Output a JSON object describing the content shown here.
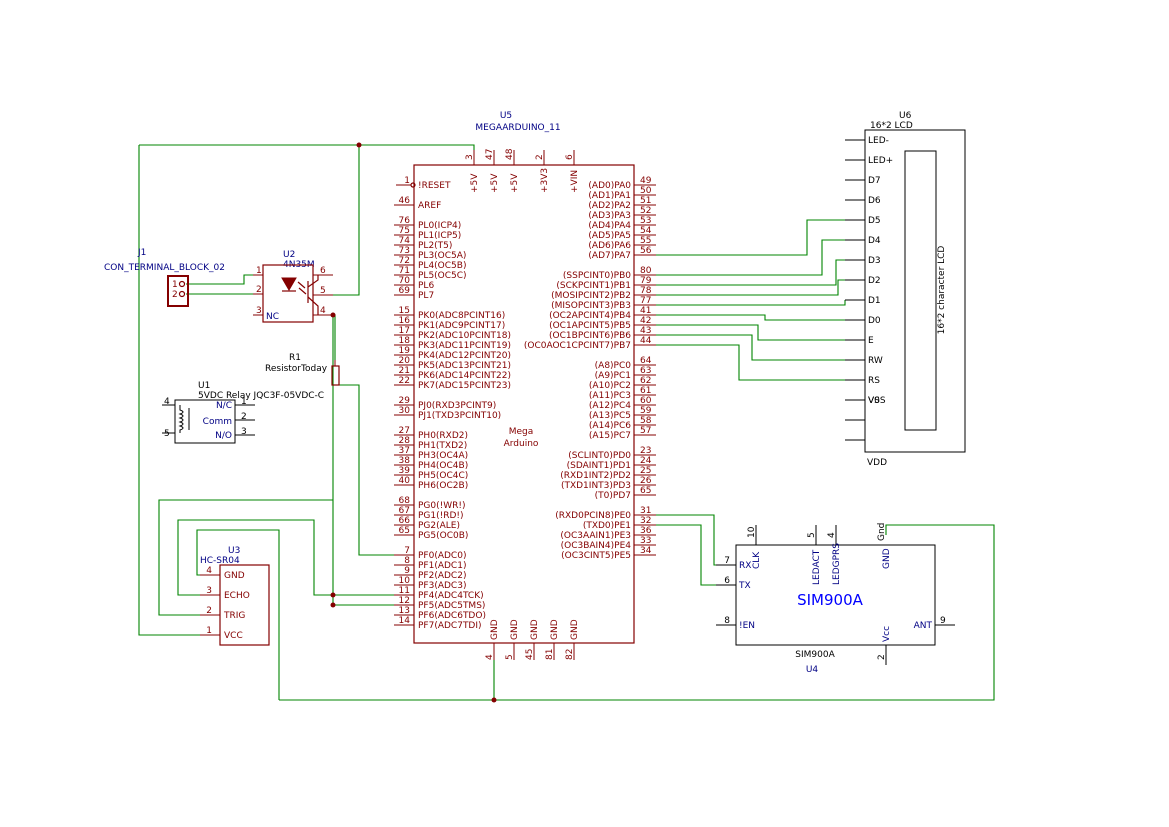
{
  "colors": {
    "component": "#840000",
    "wire": "#008400",
    "label": "#000084",
    "lcd": "#000000"
  },
  "u5": {
    "ref": "U5",
    "value": "MEGAARDUINO_11",
    "center1": "Mega",
    "center2": "Arduino",
    "top": [
      {
        "num": "3",
        "name": "+5V"
      },
      {
        "num": "47",
        "name": "+5V"
      },
      {
        "num": "48",
        "name": "+5V"
      },
      {
        "num": "2",
        "name": "+3V3"
      },
      {
        "num": "6",
        "name": "+VIN"
      }
    ],
    "bottom": [
      {
        "num": "4",
        "name": "GND"
      },
      {
        "num": "5",
        "name": "GND"
      },
      {
        "num": "45",
        "name": "GND"
      },
      {
        "num": "81",
        "name": "GND"
      },
      {
        "num": "82",
        "name": "GND"
      }
    ],
    "left": [
      {
        "num": "1",
        "name": "!RESET"
      },
      {
        "num": "46",
        "name": "AREF"
      },
      {
        "num": "76",
        "name": "PL0(ICP4)"
      },
      {
        "num": "75",
        "name": "PL1(ICP5)"
      },
      {
        "num": "74",
        "name": "PL2(T5)"
      },
      {
        "num": "73",
        "name": "PL3(OC5A)"
      },
      {
        "num": "72",
        "name": "PL4(OC5B)"
      },
      {
        "num": "71",
        "name": "PL5(OC5C)"
      },
      {
        "num": "70",
        "name": "PL6"
      },
      {
        "num": "69",
        "name": "PL7"
      },
      {
        "num": "15",
        "name": "PK0(ADC8PCINT16)"
      },
      {
        "num": "16",
        "name": "PK1(ADC9PCINT17)"
      },
      {
        "num": "17",
        "name": "PK2(ADC10PCINT18)"
      },
      {
        "num": "18",
        "name": "PK3(ADC11PCINT19)"
      },
      {
        "num": "19",
        "name": "PK4(ADC12PCINT20)"
      },
      {
        "num": "20",
        "name": "PK5(ADC13PCINT21)"
      },
      {
        "num": "21",
        "name": "PK6(ADC14PCINT22)"
      },
      {
        "num": "22",
        "name": "PK7(ADC15PCINT23)"
      },
      {
        "num": "29",
        "name": "PJ0(RXD3PCINT9)"
      },
      {
        "num": "30",
        "name": "PJ1(TXD3PCINT10)"
      },
      {
        "num": "27",
        "name": "PH0(RXD2)"
      },
      {
        "num": "28",
        "name": "PH1(TXD2)"
      },
      {
        "num": "37",
        "name": "PH3(OC4A)"
      },
      {
        "num": "38",
        "name": "PH4(OC4B)"
      },
      {
        "num": "39",
        "name": "PH5(OC4C)"
      },
      {
        "num": "40",
        "name": "PH6(OC2B)"
      },
      {
        "num": "68",
        "name": "PG0(!WR!)"
      },
      {
        "num": "67",
        "name": "PG1(!RD!)"
      },
      {
        "num": "66",
        "name": "PG2(ALE)"
      },
      {
        "num": "65",
        "name": "PG5(OC0B)"
      },
      {
        "num": "7",
        "name": "PF0(ADC0)"
      },
      {
        "num": "8",
        "name": "PF1(ADC1)"
      },
      {
        "num": "9",
        "name": "PF2(ADC2)"
      },
      {
        "num": "10",
        "name": "PF3(ADC3)"
      },
      {
        "num": "11",
        "name": "PF4(ADC4TCK)"
      },
      {
        "num": "12",
        "name": "PF5(ADC5TMS)"
      },
      {
        "num": "13",
        "name": "PF6(ADC6TDO)"
      },
      {
        "num": "14",
        "name": "PF7(ADC7TDI)"
      }
    ],
    "right": [
      {
        "num": "49",
        "name": "(AD0)PA0"
      },
      {
        "num": "50",
        "name": "(AD1)PA1"
      },
      {
        "num": "51",
        "name": "(AD2)PA2"
      },
      {
        "num": "52",
        "name": "(AD3)PA3"
      },
      {
        "num": "53",
        "name": "(AD4)PA4"
      },
      {
        "num": "54",
        "name": "(AD5)PA5"
      },
      {
        "num": "55",
        "name": "(AD6)PA6"
      },
      {
        "num": "56",
        "name": "(AD7)PA7"
      },
      {
        "num": "80",
        "name": "(SSPCINT0)PB0"
      },
      {
        "num": "79",
        "name": "(SCKPCINT1)PB1"
      },
      {
        "num": "78",
        "name": "(MOSIPCINT2)PB2"
      },
      {
        "num": "77",
        "name": "(MISOPCINT3)PB3"
      },
      {
        "num": "41",
        "name": "(OC2APCINT4)PB4"
      },
      {
        "num": "42",
        "name": "(OC1APCINT5)PB5"
      },
      {
        "num": "43",
        "name": "(OC1BPCINT6)PB6"
      },
      {
        "num": "44",
        "name": "(OC0AOC1CPCINT7)PB7"
      },
      {
        "num": "64",
        "name": "(A8)PC0"
      },
      {
        "num": "63",
        "name": "(A9)PC1"
      },
      {
        "num": "62",
        "name": "(A10)PC2"
      },
      {
        "num": "61",
        "name": "(A11)PC3"
      },
      {
        "num": "60",
        "name": "(A12)PC4"
      },
      {
        "num": "59",
        "name": "(A13)PC5"
      },
      {
        "num": "58",
        "name": "(A14)PC6"
      },
      {
        "num": "57",
        "name": "(A15)PC7"
      },
      {
        "num": "23",
        "name": "(SCLINT0)PD0"
      },
      {
        "num": "24",
        "name": "(SDAINT1)PD1"
      },
      {
        "num": "25",
        "name": "(RXD1INT2)PD2"
      },
      {
        "num": "26",
        "name": "(TXD1INT3)PD3"
      },
      {
        "num": "65",
        "name": "(T0)PD7"
      },
      {
        "num": "31",
        "name": "(RXD0PCIN8)PE0"
      },
      {
        "num": "32",
        "name": "(TXD0)PE1"
      },
      {
        "num": "36",
        "name": "(OC3AAIN1)PE3"
      },
      {
        "num": "33",
        "name": "(OC3BAIN4)PE4"
      },
      {
        "num": "34",
        "name": "(OC3CINT5)PE5"
      }
    ]
  },
  "u6": {
    "ref": "U6",
    "value": "16*2 LCD",
    "title": "16*2 character LCD",
    "footer": "VDD",
    "pins": [
      "LED-",
      "LED+",
      "D7",
      "D6",
      "D5",
      "D4",
      "D3",
      "D2",
      "D1",
      "D0",
      "E",
      "RW",
      "RS",
      "V0",
      "VSS"
    ]
  },
  "j1": {
    "ref": "J1",
    "value": "CON_TERMINAL_BLOCK_02",
    "pins": [
      "1",
      "2"
    ]
  },
  "u2": {
    "ref": "U2",
    "value": "4N35M",
    "pins": [
      "1",
      "2",
      "3",
      "6",
      "5",
      "4"
    ],
    "nc": "NC"
  },
  "r1": {
    "ref": "R1",
    "value": "ResistorToday"
  },
  "u1": {
    "ref": "U1",
    "value": "5VDC Relay JQC3F-05VDC-C",
    "labels": [
      "N/C",
      "Comm",
      "N/O"
    ],
    "pins": [
      "4",
      "5",
      "1",
      "2",
      "3"
    ]
  },
  "u3": {
    "ref": "U3",
    "value": "HC-SR04",
    "pins": [
      {
        "num": "4",
        "name": "GND"
      },
      {
        "num": "3",
        "name": "ECHO"
      },
      {
        "num": "2",
        "name": "TRIG"
      },
      {
        "num": "1",
        "name": "VCC"
      }
    ]
  },
  "u4": {
    "ref": "U4",
    "value": "SIM900A",
    "title": "SIM900A",
    "left": [
      {
        "num": "7",
        "name": "RX"
      },
      {
        "num": "6",
        "name": "TX"
      },
      {
        "num": "8",
        "name": "!EN"
      }
    ],
    "top": [
      {
        "num": "10",
        "name": "CLK"
      },
      {
        "num": "5",
        "name": "LEDACT"
      },
      {
        "num": "4",
        "name": "LEDGPRS"
      },
      {
        "num": "Gnd",
        "name": "GND"
      }
    ],
    "right": [
      {
        "num": "9",
        "name": "ANT"
      }
    ],
    "bottom": [
      {
        "num": "2",
        "name": "Vcc"
      }
    ]
  }
}
